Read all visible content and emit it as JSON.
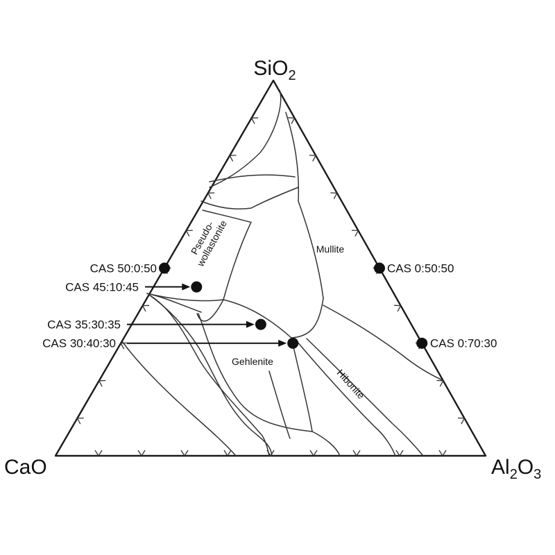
{
  "vertices": {
    "top": {
      "main": "SiO",
      "sub": "2"
    },
    "left": {
      "main": "CaO"
    },
    "right": {
      "main": "Al",
      "sub1": "2",
      "mid": "O",
      "sub2": "3"
    }
  },
  "phase_fields": {
    "pseudo_line1": "Pseudo-",
    "pseudo_line2": "wollastonite",
    "mullite": "Mullite",
    "gehlenite": "Gehlenite",
    "hibonite": "Hibonite"
  },
  "compositions": [
    {
      "label": "CAS 50:0:50",
      "CaO": 50,
      "Al2O3": 0,
      "SiO2": 50
    },
    {
      "label": "CAS 45:10:45",
      "CaO": 45,
      "Al2O3": 10,
      "SiO2": 45
    },
    {
      "label": "CAS 35:30:35",
      "CaO": 35,
      "Al2O3": 30,
      "SiO2": 35
    },
    {
      "label": "CAS 30:40:30",
      "CaO": 30,
      "Al2O3": 40,
      "SiO2": 30
    },
    {
      "label": "CAS 0:50:50",
      "CaO": 0,
      "Al2O3": 50,
      "SiO2": 50
    },
    {
      "label": "CAS 0:70:30",
      "CaO": 0,
      "Al2O3": 70,
      "SiO2": 30
    }
  ]
}
